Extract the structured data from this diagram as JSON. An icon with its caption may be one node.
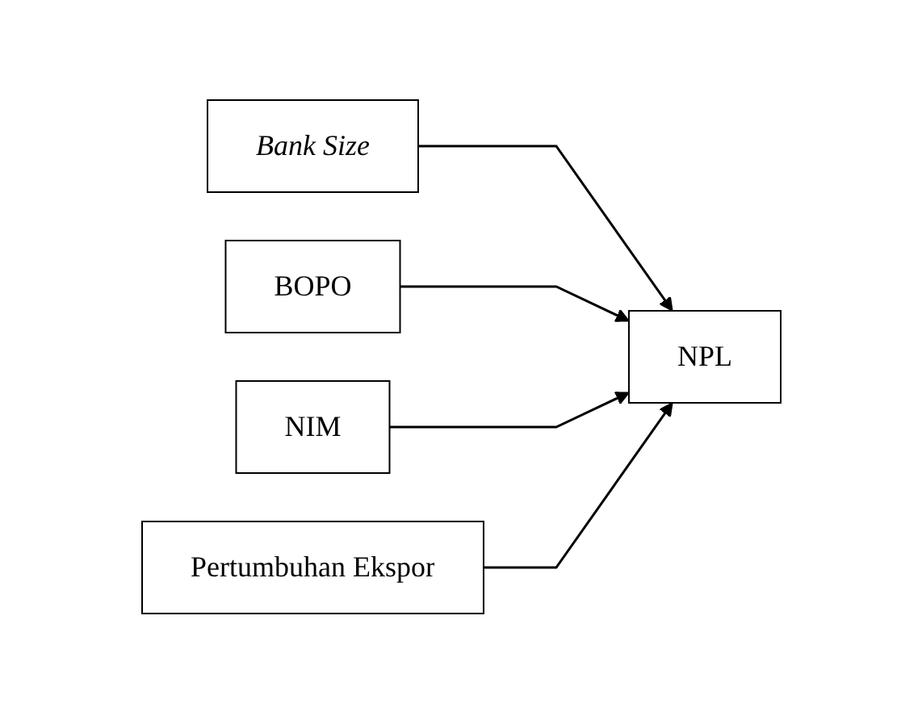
{
  "diagram": {
    "nodes": [
      {
        "text": [
          "Bank Size"
        ]
      },
      {
        "text": [
          "BOPO"
        ]
      },
      {
        "text": [
          "NIM"
        ]
      },
      {
        "text": [
          "Pertumbuhan Ekspor"
        ]
      },
      {
        "text": [
          "NPL"
        ]
      }
    ],
    "edges": [
      {
        "from": 0,
        "to": 4,
        "arrow": "to"
      },
      {
        "from": 1,
        "to": 4,
        "arrow": "to"
      },
      {
        "from": 2,
        "to": 4,
        "arrow": "to"
      },
      {
        "from": 3,
        "to": 4,
        "arrow": "to"
      }
    ]
  }
}
